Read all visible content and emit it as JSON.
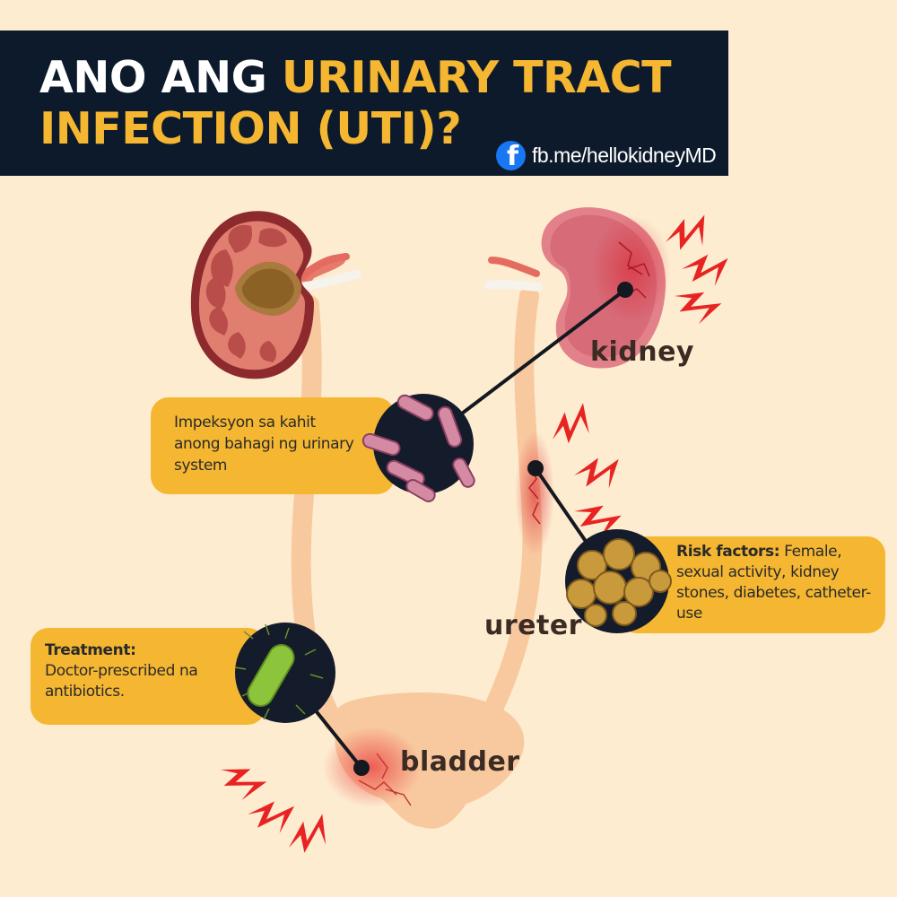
{
  "header": {
    "title_plain": "ANO ANG ",
    "title_highlight_line1": "URINARY TRACT",
    "title_highlight_line2": "INFECTION (UTI)?",
    "facebook_link": "fb.me/hellokidneyMD",
    "facebook_glyph": "f"
  },
  "labels": {
    "kidney": "kidney",
    "ureter": "ureter",
    "bladder": "bladder"
  },
  "callouts": {
    "infection": "Impeksyon sa kahit anong bahagi ng urinary system",
    "treatment_heading": "Treatment:",
    "treatment_text": "Doctor-prescribed na antibiotics.",
    "risk_heading": "Risk factors:",
    "risk_text": " Female, sexual activity, kidney stones, diabetes, catheter-use"
  },
  "colors": {
    "background": "#fdecd0",
    "banner": "#0d1a2b",
    "accent_yellow": "#f5b731",
    "pain_red": "#e82423",
    "facebook_blue": "#1877f2"
  },
  "icons": [
    "facebook-icon",
    "kidney-cross-section-icon",
    "inflamed-kidney-icon",
    "bacteria-rods-icon",
    "green-bacterium-icon",
    "kidney-stones-icon",
    "pain-bolt-icon"
  ]
}
